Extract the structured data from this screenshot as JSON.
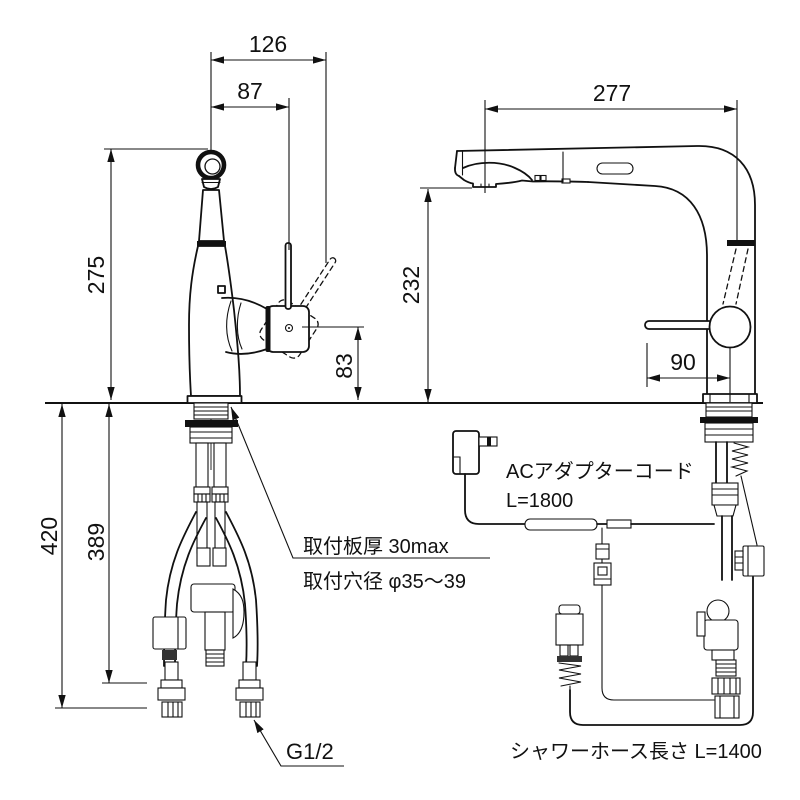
{
  "drawing": {
    "title": "faucet-dimension-drawing",
    "dimensions": {
      "top_overall": "126",
      "top_inner": "87",
      "front_height": "275",
      "handle_center_height": "83",
      "under_counter_total": "420",
      "under_counter_hose": "389",
      "side_reach": "277",
      "side_height": "232",
      "lever_reach": "90"
    },
    "notes": {
      "mounting_plate": "取付板厚 30max",
      "mounting_hole": "取付穴径 φ35～39",
      "ac_adapter": "ACアダプターコード",
      "ac_adapter_length": "L=1800",
      "shower_hose": "シャワーホース長さ L=1400",
      "thread_size": "G1/2"
    },
    "colors": {
      "line": "#111111",
      "background": "#ffffff"
    }
  }
}
